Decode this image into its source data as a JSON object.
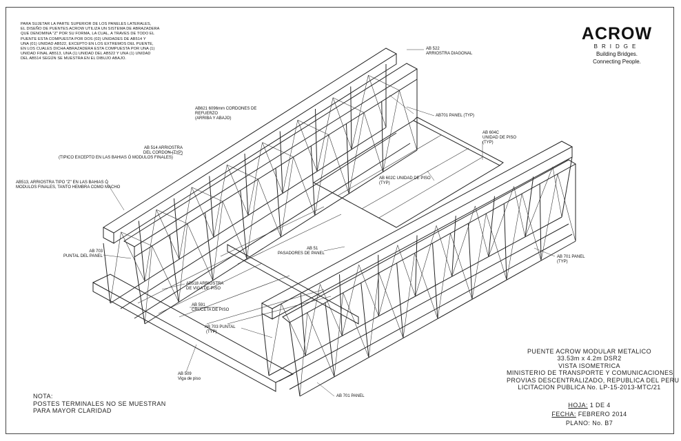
{
  "note_top": [
    "PARA SUJETAR LA PARTE SUPERIOR DE LOS PANELES LATERALES,",
    "EL DISEÑO DE PUENTES ACROW UTILIZA UN SISTEMA DE ABRAZADERA",
    "QUE DENOMINA \"Z\" POR SU FORMA, LA CUAL, A TRAVES DE TODO EL",
    "PUENTE ESTA COMPUESTA POR DOS (02) UNIDADES DE AB514 Y",
    "UNA (01) UNIDAD AB522, EXCEPTO EN LOS EXTREMOS DEL PUENTE,",
    "EN LOS CUALES DICHA ABRAZADERA ESTA COMPUESTA POR UNA (1)",
    "UNIDAD FINAL AB513, UNA (1) UNIDAD DEL AB522 Y UNA (1) UNIDAD",
    "DEL AB514 SEGÚN SE MUESTRA EN EL DIBUJO ABAJO."
  ],
  "logo": {
    "main": "ACROW",
    "sub": "BRIDGE",
    "tag1": "Building Bridges.",
    "tag2": "Connecting People."
  },
  "callouts": {
    "ab522": [
      "AB 522",
      "ARRIOSTRA DIAGONAL"
    ],
    "ab621": [
      "AB621 6096mm CORDONES DE",
      "REFUERZO",
      "(ARRIBA Y ABAJO)"
    ],
    "ab701_top": [
      "AB701 PANEL (TYP)"
    ],
    "ab604c": [
      "AB 604C",
      "UNIDAD DE PISO",
      "(TYP)"
    ],
    "ab514": [
      "AB 514 ARRIOSTRA",
      "DEL CORDON (TYP)",
      "(TIPICO EXCEPTO EN LAS BAHIAS Ó MODULOS FINALES)"
    ],
    "ab513": [
      "AB513, ARRIOSTRA TIPO \"Z\" EN LAS BAHIAS Ó",
      "MODULOS FINALES, TANTO HEMBRA COMO MACHO"
    ],
    "ab602c": [
      "AB 602C UNIDAD DE PISO",
      "(TYP)"
    ],
    "ab51": [
      "AB 51",
      "PASADORES DE PANEL"
    ],
    "ab703_left": [
      "AB 703",
      "PUNTAL DEL PANEL"
    ],
    "ab701_right": [
      "AB 701 PANEL",
      "(TYP)"
    ],
    "ab518": [
      "AB518 ARRIOSTRA",
      "DE VIGA DE PISO"
    ],
    "ab591": [
      "AB 591",
      "CRUCETA DE PISO"
    ],
    "ab703_mid": [
      "AB 703 PUNTAL",
      "(TYP)"
    ],
    "ab509": [
      "AB 509",
      "Viga de piso"
    ],
    "ab701_bottom": [
      "AB 701 PANEL"
    ]
  },
  "title_block": [
    "PUENTE ACROW MODULAR METALICO",
    "33.53m x 4.2m DSR2",
    "VISTA ISOMETRICA",
    "MINISTERIO DE TRANSPORTE Y COMUNICACIONES",
    "PROVIAS DESCENTRALIZADO, REPUBLICA DEL PERU",
    "LICITACION PUBLICA No. LP-15-2013-MTC/21"
  ],
  "sheet_info": {
    "hoja_label": "HOJA:",
    "hoja_value": "1 DE 4",
    "fecha_label": "FECHA:",
    "fecha_value": "FEBRERO 2014",
    "plano_label": "PLANO:",
    "plano_value": "No. B7"
  },
  "nota": [
    "NOTA:",
    "POSTES TERMINALES NO SE MUESTRAN",
    "PARA MAYOR CLARIDAD"
  ]
}
